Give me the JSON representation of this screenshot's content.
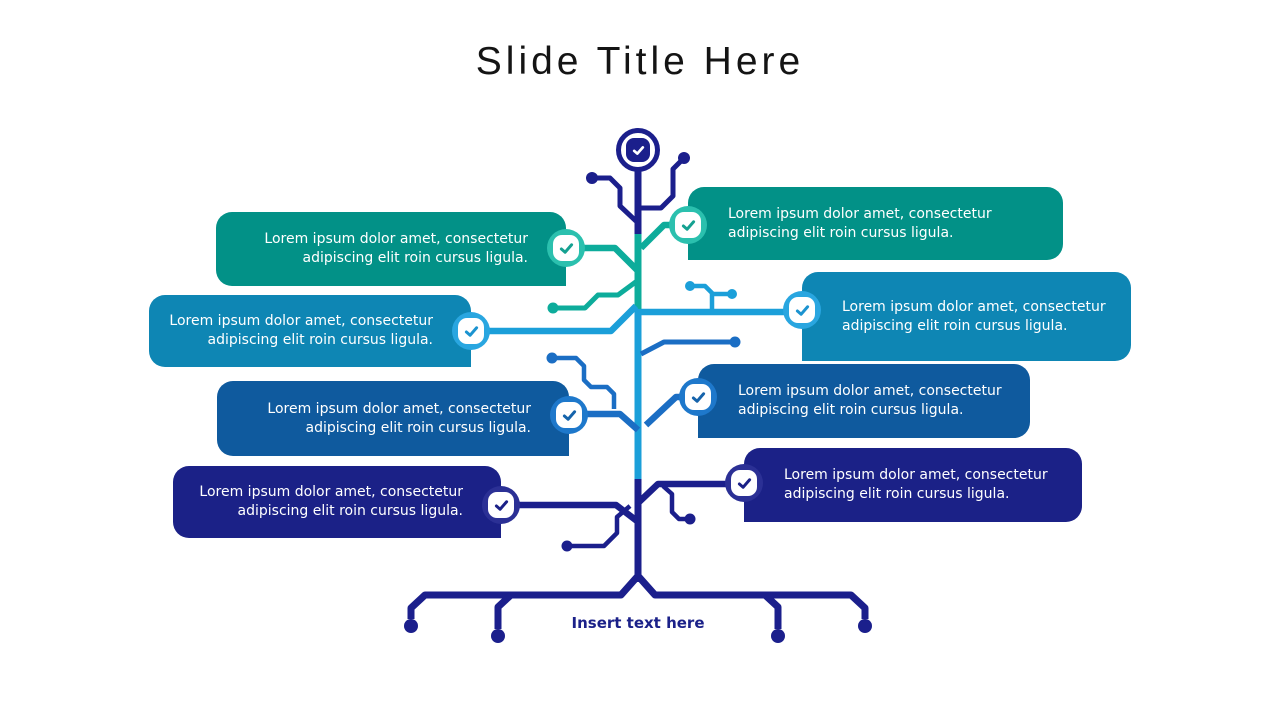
{
  "slide": {
    "title": "Slide Title Here",
    "root_label": "Insert text here"
  },
  "colors": {
    "background": "#ffffff",
    "title": "#141414",
    "white": "#ffffff",
    "box_text": "#ffffff",
    "root_label": "#1b2189",
    "navy": "#1b1f8c",
    "teal": {
      "box": "#029187",
      "branch": "#0dac9b",
      "ring": "#2bc0ae",
      "check": "#15a191"
    },
    "cyan": {
      "box": "#0e86b4",
      "branch": "#1b9fd9",
      "ring": "#29a6e0",
      "check": "#1b93d0"
    },
    "blue": {
      "box": "#0f5a9e",
      "branch": "#1b6ec4",
      "ring": "#1e78cb",
      "check": "#1563ab"
    },
    "navybox": {
      "box": "#1b2187",
      "branch": "#1b1f8c",
      "ring": "#2b3095",
      "check": "#1b2187"
    }
  },
  "icons": {
    "top": "check-icon",
    "badges": "check-icon"
  },
  "boxes": [
    {
      "color": "teal",
      "side": "left",
      "lines": [
        "Lorem ipsum dolor amet, consectetur",
        "adipiscing elit roin cursus ligula."
      ]
    },
    {
      "color": "teal",
      "side": "right",
      "lines": [
        "Lorem ipsum dolor amet, consectetur",
        "adipiscing elit roin cursus ligula."
      ]
    },
    {
      "color": "cyan",
      "side": "left",
      "lines": [
        "Lorem ipsum dolor amet, consectetur",
        "adipiscing elit roin cursus ligula."
      ]
    },
    {
      "color": "cyan",
      "side": "right",
      "lines": [
        "Lorem ipsum dolor amet, consectetur",
        "adipiscing elit roin cursus ligula."
      ]
    },
    {
      "color": "blue",
      "side": "left",
      "lines": [
        "Lorem ipsum dolor amet, consectetur",
        "adipiscing elit roin cursus ligula."
      ]
    },
    {
      "color": "blue",
      "side": "right",
      "lines": [
        "Lorem ipsum dolor amet, consectetur",
        "adipiscing elit roin cursus ligula."
      ]
    },
    {
      "color": "navy",
      "side": "left",
      "lines": [
        "Lorem ipsum dolor amet, consectetur",
        "adipiscing elit roin cursus ligula."
      ]
    },
    {
      "color": "navy",
      "side": "right",
      "lines": [
        "Lorem ipsum dolor amet, consectetur",
        "adipiscing elit roin cursus ligula."
      ]
    }
  ]
}
